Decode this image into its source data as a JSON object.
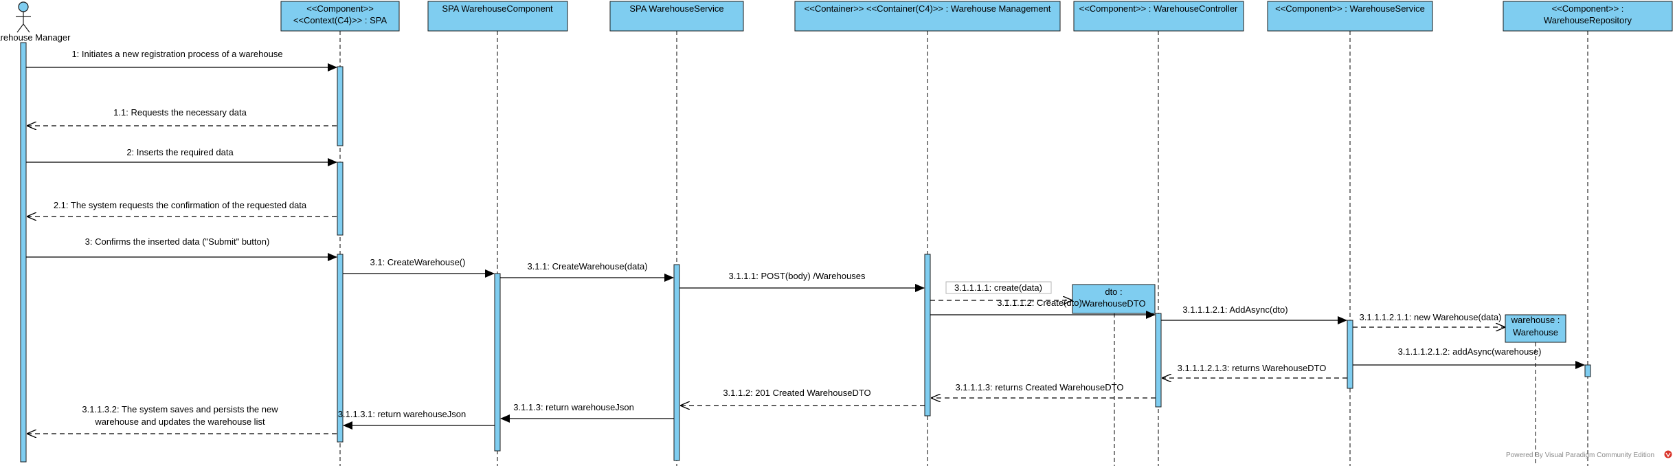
{
  "actor": {
    "name": "Warehouse Manager"
  },
  "participants": [
    {
      "id": "spa",
      "line1": "<<Component>>",
      "line2": "<<Context(C4)>> : SPA"
    },
    {
      "id": "wcomp",
      "line1": "SPA WarehouseComponent",
      "line2": ""
    },
    {
      "id": "wsvc",
      "line1": "SPA WarehouseService",
      "line2": ""
    },
    {
      "id": "wmgmt",
      "line1": "<<Container>> <<Container(C4)>> : Warehouse Management",
      "line2": ""
    },
    {
      "id": "wctrl",
      "line1": "<<Component>> : WarehouseController",
      "line2": ""
    },
    {
      "id": "wservice",
      "line1": "<<Component>> : WarehouseService",
      "line2": ""
    },
    {
      "id": "wrepo",
      "line1": "<<Component>> :",
      "line2": "WarehouseRepository"
    }
  ],
  "created_objects": [
    {
      "id": "dto",
      "line1": "dto :",
      "line2": "WarehouseDTO"
    },
    {
      "id": "wh",
      "line1": "warehouse :",
      "line2": "Warehouse"
    }
  ],
  "messages": [
    {
      "id": "m1",
      "label": "1: Initiates a new registration process of a warehouse",
      "kind": "sync"
    },
    {
      "id": "m1_1",
      "label": "1.1: Requests the necessary data",
      "kind": "return"
    },
    {
      "id": "m2",
      "label": "2: Inserts the required data",
      "kind": "sync"
    },
    {
      "id": "m2_1",
      "label": "2.1: The system requests the confirmation of the requested data",
      "kind": "return"
    },
    {
      "id": "m3",
      "label": "3: Confirms the inserted data (\"Submit\" button)",
      "kind": "sync"
    },
    {
      "id": "m3_1",
      "label": "3.1: CreateWarehouse()",
      "kind": "sync"
    },
    {
      "id": "m3_1_1",
      "label": "3.1.1: CreateWarehouse(data)",
      "kind": "sync"
    },
    {
      "id": "m3_1_1_1",
      "label": "3.1.1.1: POST(body) /Warehouses",
      "kind": "sync"
    },
    {
      "id": "m3_1_1_1_1",
      "label": "3.1.1.1.1: create(data)",
      "kind": "create"
    },
    {
      "id": "m3_1_1_1_2",
      "label": "3.1.1.1.2: Create(dto)",
      "kind": "sync"
    },
    {
      "id": "m3_1_1_1_2_1",
      "label": "3.1.1.1.2.1: AddAsync(dto)",
      "kind": "sync"
    },
    {
      "id": "m3_1_1_1_2_1_1",
      "label": "3.1.1.1.2.1.1: new Warehouse(data)",
      "kind": "create"
    },
    {
      "id": "m3_1_1_1_2_1_2",
      "label": "3.1.1.1.2.1.2: addAsync(warehouse)",
      "kind": "sync"
    },
    {
      "id": "m3_1_1_1_2_1_3",
      "label": "3.1.1.1.2.1.3: returns WarehouseDTO",
      "kind": "return"
    },
    {
      "id": "m3_1_1_1_3",
      "label": "3.1.1.1.3: returns Created WarehouseDTO",
      "kind": "return"
    },
    {
      "id": "m3_1_1_2",
      "label": "3.1.1.2: 201 Created WarehouseDTO",
      "kind": "return"
    },
    {
      "id": "m3_1_1_3",
      "label": "3.1.1.3: return warehouseJson",
      "kind": "sync"
    },
    {
      "id": "m3_1_1_3_1",
      "label": "3.1.1.3.1: return warehouseJson",
      "kind": "sync"
    },
    {
      "id": "m3_1_1_3_2_a",
      "label": "3.1.1.3.2: The system saves and persists the new",
      "kind": "return"
    },
    {
      "id": "m3_1_1_3_2_b",
      "label": "warehouse and updates the warehouse list",
      "kind": "text"
    }
  ],
  "watermark": {
    "text": "Powered By  Visual Paradigm Community Edition"
  },
  "colors": {
    "box_fill": "#7fcdf0",
    "box_stroke": "#1a1a1a",
    "line": "#000000"
  }
}
